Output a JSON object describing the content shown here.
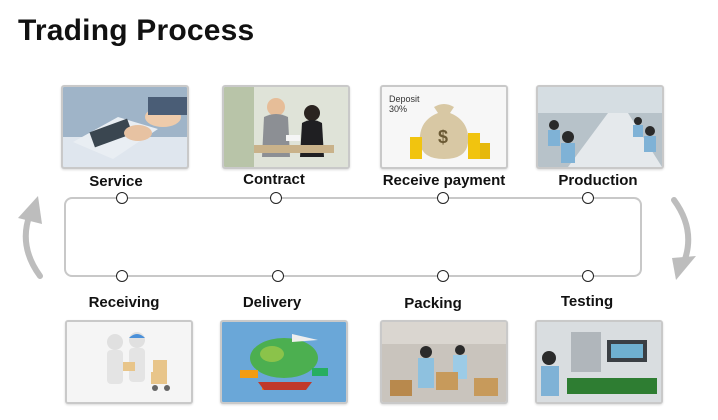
{
  "title": "Trading Process",
  "steps": {
    "service": "Service",
    "contract": "Contract",
    "receive_payment": "Receive payment",
    "production": "Production",
    "receiving": "Receiving",
    "delivery": "Delivery",
    "packing": "Packing",
    "testing": "Testing"
  },
  "payment_image": {
    "deposit": "Deposit",
    "percent": "30%"
  },
  "colors": {
    "track": "#c8c8c8",
    "arrow": "#bdbdbd",
    "node": "#222222"
  }
}
